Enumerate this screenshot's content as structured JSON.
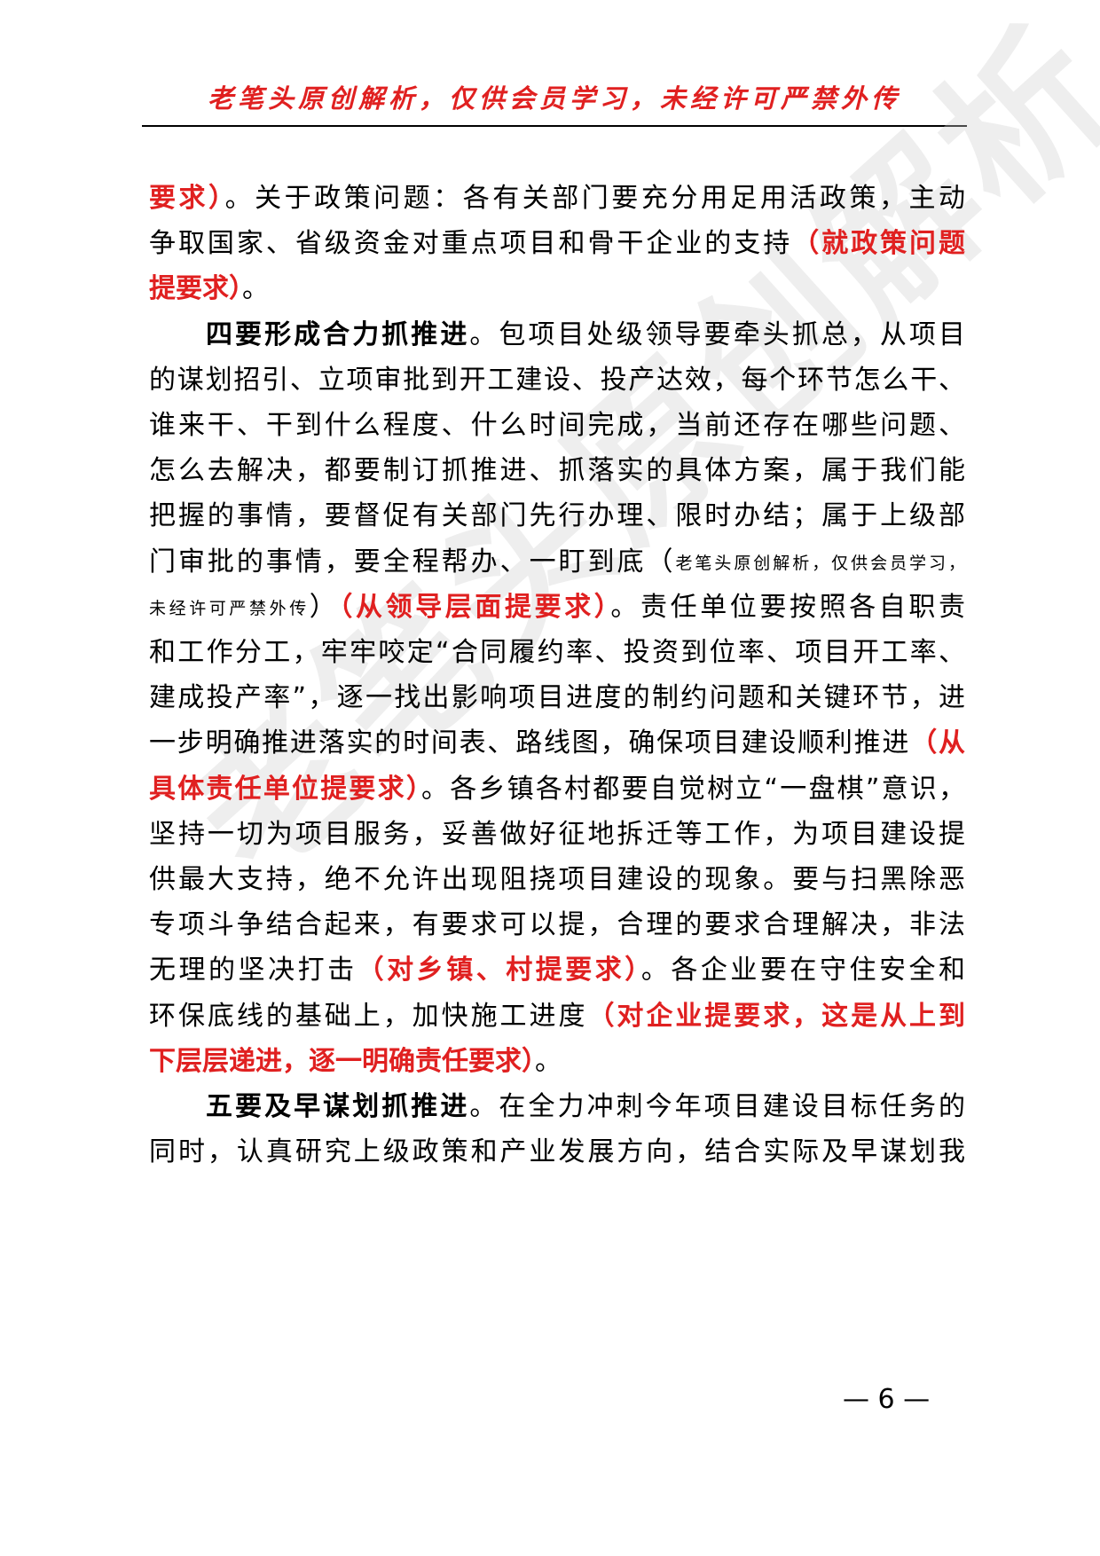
{
  "header": {
    "text": "老笔头原创解析，仅供会员学习，未经许可严禁外传"
  },
  "watermark": {
    "text": "老笔头原创解析"
  },
  "lines": [
    {
      "segments": [
        {
          "text": "要求）",
          "style": "r"
        },
        {
          "text": "。关于政策问题：各有关部门要充分用足用活政策，主动"
        }
      ]
    },
    {
      "segments": [
        {
          "text": "争取国家、省级资金对重点项目和骨干企业的支持"
        },
        {
          "text": "（就政策问题",
          "style": "r"
        }
      ]
    },
    {
      "segments": [
        {
          "text": "提要求）",
          "style": "r"
        },
        {
          "text": "。"
        }
      ],
      "last": true
    },
    {
      "segments": [
        {
          "text": "四要形成合力抓推进",
          "style": "b"
        },
        {
          "text": "。包项目处级领导要牵头抓总，从项目"
        }
      ],
      "indent": true
    },
    {
      "segments": [
        {
          "text": "的谋划招引、立项审批到开工建设、投产达效，每个环节怎么干、"
        }
      ]
    },
    {
      "segments": [
        {
          "text": "谁来干、干到什么程度、什么时间完成，当前还存在哪些问题、"
        }
      ]
    },
    {
      "segments": [
        {
          "text": "怎么去解决，都要制订抓推进、抓落实的具体方案，属于我们能"
        }
      ]
    },
    {
      "segments": [
        {
          "text": "把握的事情，要督促有关部门先行办理、限时办结；属于上级部"
        }
      ]
    },
    {
      "segments": [
        {
          "text": "门审批的事情，要全程帮办、一盯到底（"
        },
        {
          "text": "老笔头原创解析，仅供会员学习，",
          "style": "s"
        }
      ]
    },
    {
      "segments": [
        {
          "text": "未经许可严禁外传",
          "style": "s"
        },
        {
          "text": "）"
        },
        {
          "text": "（从领导层面提要求）",
          "style": "r"
        },
        {
          "text": "。责任单位要按照各自职责"
        }
      ]
    },
    {
      "segments": [
        {
          "text": "和工作分工，牢牢咬定“合同履约率、投资到位率、项目开工率、"
        }
      ]
    },
    {
      "segments": [
        {
          "text": "建成投产率”，逐一找出影响项目进度的制约问题和关键环节，进"
        }
      ]
    },
    {
      "segments": [
        {
          "text": "一步明确推进落实的时间表、路线图，确保项目建设顺利推进"
        },
        {
          "text": "（从",
          "style": "r"
        }
      ]
    },
    {
      "segments": [
        {
          "text": "具体责任单位提要求）",
          "style": "r"
        },
        {
          "text": "。各乡镇各村都要自觉树立“一盘棋”意识，"
        }
      ]
    },
    {
      "segments": [
        {
          "text": "坚持一切为项目服务，妥善做好征地拆迁等工作，为项目建设提"
        }
      ]
    },
    {
      "segments": [
        {
          "text": "供最大支持，绝不允许出现阻挠项目建设的现象。要与扫黑除恶"
        }
      ]
    },
    {
      "segments": [
        {
          "text": "专项斗争结合起来，有要求可以提，合理的要求合理解决，非法"
        }
      ]
    },
    {
      "segments": [
        {
          "text": "无理的坚决打击"
        },
        {
          "text": "（对乡镇、村提要求）",
          "style": "r"
        },
        {
          "text": "。各企业要在守住安全和"
        }
      ]
    },
    {
      "segments": [
        {
          "text": "环保底线的基础上，加快施工进度"
        },
        {
          "text": "（对企业提要求，这是从上到",
          "style": "r"
        }
      ]
    },
    {
      "segments": [
        {
          "text": "下层层递进，逐一明确责任要求）",
          "style": "r"
        },
        {
          "text": "。"
        }
      ],
      "last": true
    },
    {
      "segments": [
        {
          "text": "五要及早谋划抓推进",
          "style": "b"
        },
        {
          "text": "。在全力冲刺今年项目建设目标任务的"
        }
      ],
      "indent": true
    },
    {
      "segments": [
        {
          "text": "同时，认真研究上级政策和产业发展方向，结合实际及早谋划我"
        }
      ]
    }
  ],
  "page_number": "— 6 —"
}
